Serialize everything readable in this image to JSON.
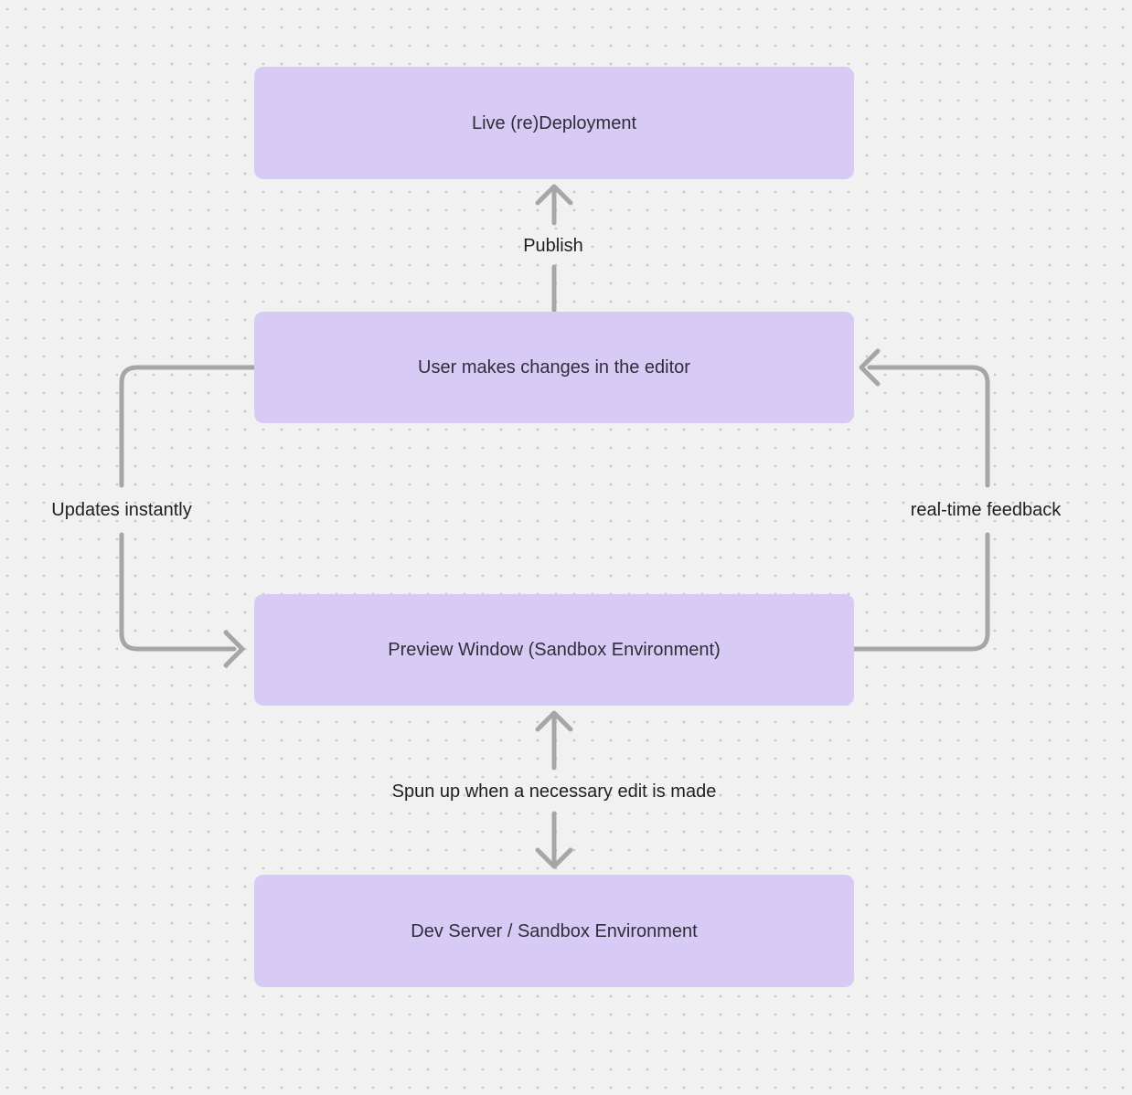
{
  "diagram": {
    "type": "flowchart",
    "background_style": "dotted-grid"
  },
  "colors": {
    "background": "#f2f1f1",
    "dot": "#c6c6c6",
    "node_fill": "#d7cbf6",
    "node_text": "#2e2e38",
    "arrow": "#a6a6a6",
    "label_text": "#1f1f1f"
  },
  "nodes": [
    {
      "id": "live-redeployment",
      "label": "Live (re)Deployment"
    },
    {
      "id": "user-editor",
      "label": "User makes changes in the editor"
    },
    {
      "id": "preview-window",
      "label": "Preview Window (Sandbox Environment)"
    },
    {
      "id": "dev-server",
      "label": "Dev Server / Sandbox Environment"
    }
  ],
  "edges": [
    {
      "id": "publish",
      "label": "Publish",
      "from": "user-editor",
      "to": "live-redeployment",
      "direction": "up"
    },
    {
      "id": "updates-instantly",
      "label": "Updates instantly",
      "from": "user-editor",
      "to": "preview-window",
      "direction": "left-loop-down"
    },
    {
      "id": "real-time-feedback",
      "label": "real-time feedback",
      "from": "preview-window",
      "to": "user-editor",
      "direction": "right-loop-up"
    },
    {
      "id": "spun-up",
      "label": "Spun up when a necessary edit is made",
      "from": "preview-window",
      "to": "dev-server",
      "direction": "bidirectional"
    }
  ]
}
